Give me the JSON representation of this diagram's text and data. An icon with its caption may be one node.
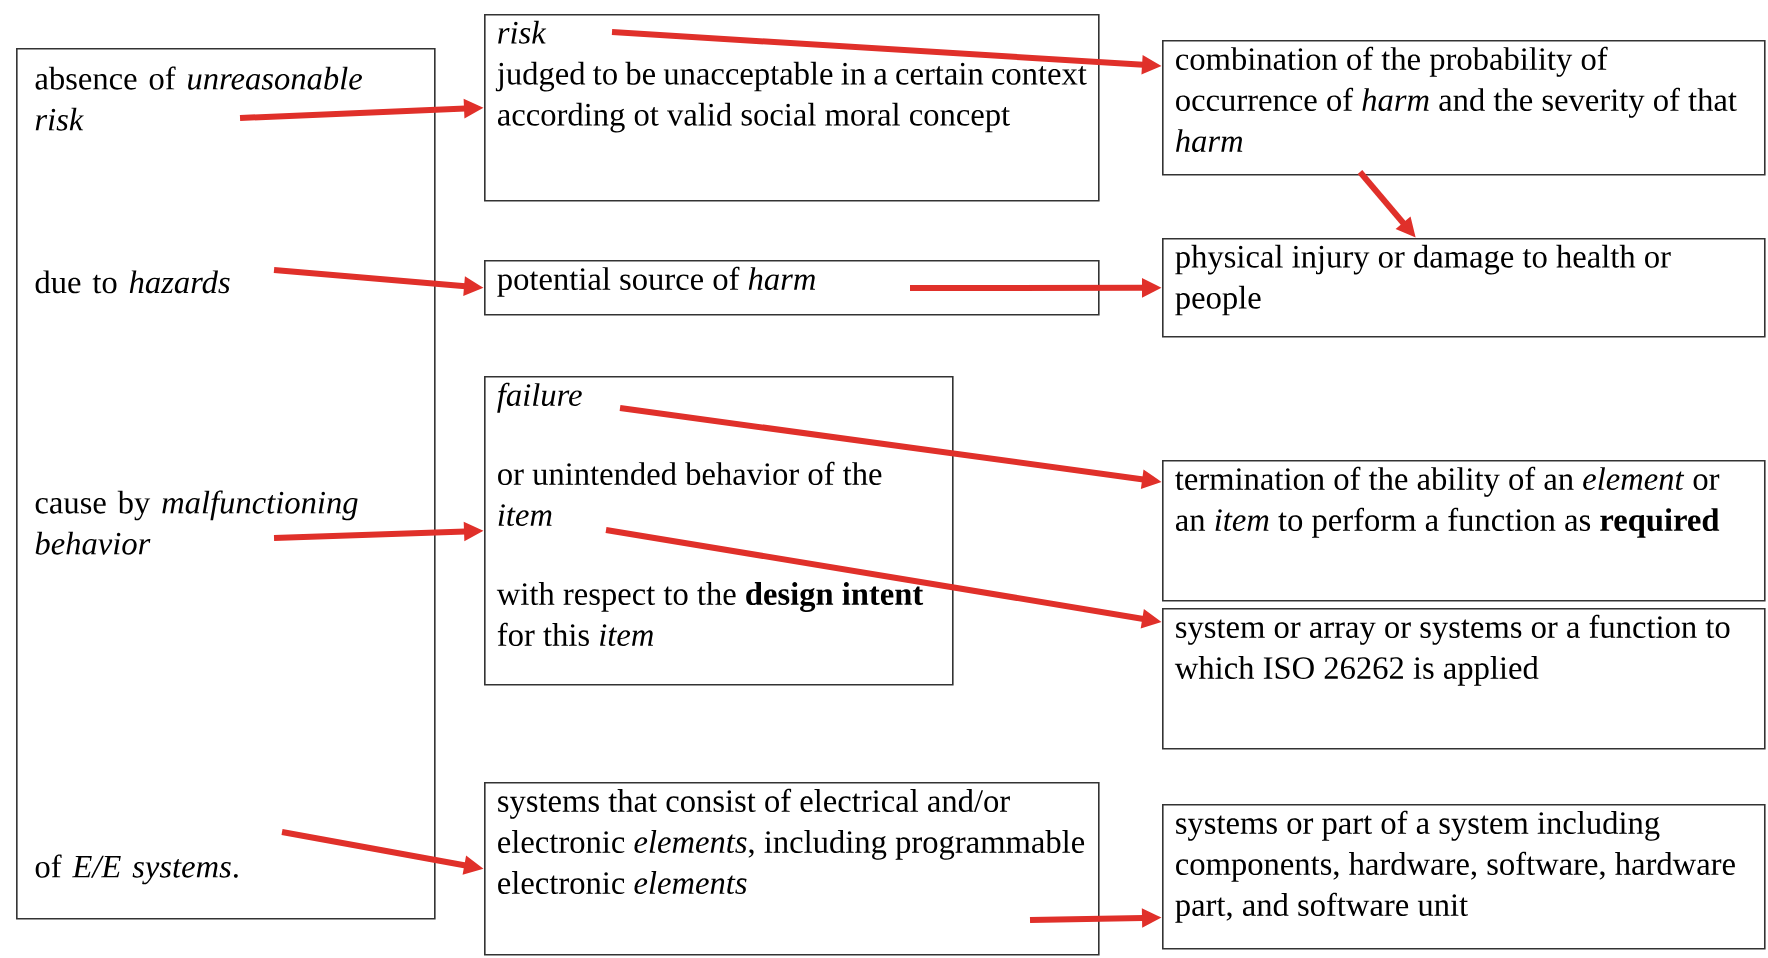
{
  "diagram": {
    "nodes": [
      {
        "text": [],
        "shape": "box"
      },
      {
        "text": [
          "absence of *unreasonable risk*"
        ],
        "in": 0
      },
      {
        "text": [
          "due to *hazards*"
        ],
        "in": 0
      },
      {
        "text": [
          "cause by *malfunctioning behavior*"
        ],
        "in": 0
      },
      {
        "text": [
          "of *E/E systems*."
        ],
        "in": 0
      },
      {
        "text": [
          "risk",
          "judged to be unacceptable in a certain context according ot valid social moral concept"
        ]
      },
      {
        "text": [
          "potential source of *harm*"
        ]
      },
      {
        "text": [
          "failure",
          "or unintended behavior of the *item*",
          "with respect to the **design intent** for this *item*"
        ]
      },
      {
        "text": [
          "systems that consist of electrical and/or electronic *elements*, including programmable electronic *elements*"
        ]
      },
      {
        "text": [
          "combination of the probability of occurrence of *harm* and the severity of that *harm*"
        ]
      },
      {
        "text": [
          "physical injury or damage to health or people"
        ]
      },
      {
        "text": [
          "termination of the ability of an *element* or an *item* to perform a function as **required**"
        ]
      },
      {
        "text": [
          "system or array or systems or a function to which ISO 26262 is applied"
        ]
      },
      {
        "text": [
          "systems or part of a system including components, hardware, software, hardware part, and software unit"
        ]
      }
    ],
    "edges": [
      {
        "from": 1,
        "to": 5,
        "arrow": "to"
      },
      {
        "from": 2,
        "to": 6,
        "arrow": "to"
      },
      {
        "from": 3,
        "to": 7,
        "arrow": "to"
      },
      {
        "from": 4,
        "to": 8,
        "arrow": "to"
      },
      {
        "from": 5,
        "to": 9,
        "arrow": "to"
      },
      {
        "from": 6,
        "to": 10,
        "arrow": "to"
      },
      {
        "from": 9,
        "to": 10,
        "arrow": "to"
      },
      {
        "from": 7,
        "to": 11,
        "arrow": "to"
      },
      {
        "from": 7,
        "to": 12,
        "arrow": "to"
      },
      {
        "from": 8,
        "to": 13,
        "arrow": "to"
      }
    ]
  }
}
